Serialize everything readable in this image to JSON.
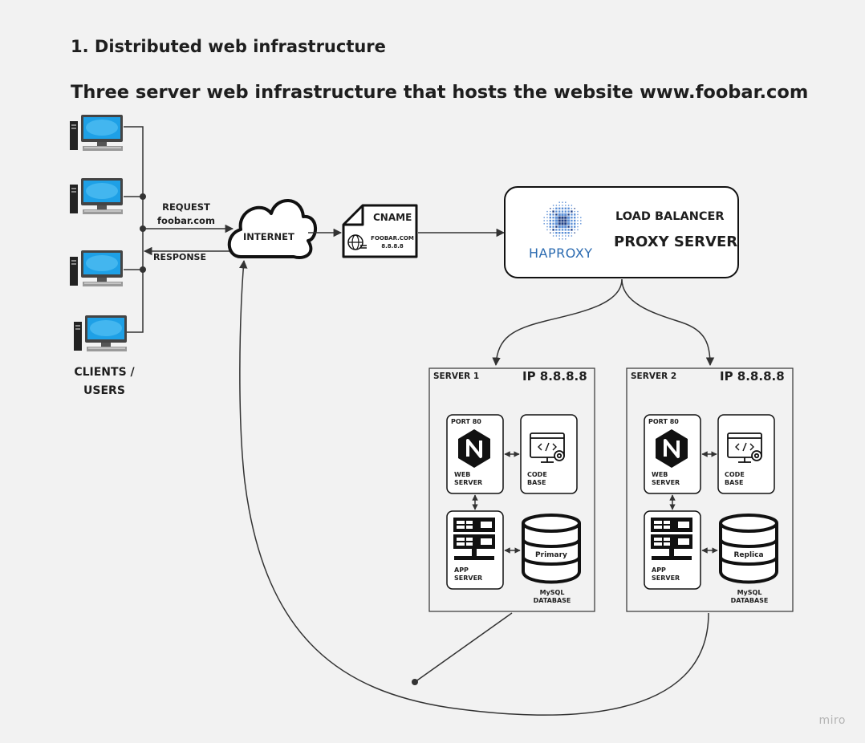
{
  "section_title": "1. Distributed web infrastructure",
  "diagram_title": "Three server web infrastructure that hosts the website www.foobar.com",
  "clients": {
    "label_line1": "CLIENTS /",
    "label_line2": "USERS"
  },
  "flows": {
    "request_line1": "REQUEST",
    "request_line2": "foobar.com",
    "response": "RESPONSE"
  },
  "internet": {
    "label": "INTERNET"
  },
  "dns": {
    "record_type": "CNAME",
    "domain": "FOOBAR.COM",
    "ip": "8.8.8.8"
  },
  "load_balancer": {
    "brand": "HAPROXY",
    "title_line1": "LOAD BALANCER",
    "title_line2": "PROXY SERVER"
  },
  "servers": [
    {
      "name": "SERVER 1",
      "ip": "IP 8.8.8.8",
      "port": "PORT 80",
      "web_line1": "WEB",
      "web_line2": "SERVER",
      "code_line1": "CODE",
      "code_line2": "BASE",
      "app_line1": "APP",
      "app_line2": "SERVER",
      "db_role": "Primary",
      "db_line1": "MySQL",
      "db_line2": "DATABASE"
    },
    {
      "name": "SERVER 2",
      "ip": "IP 8.8.8.8",
      "port": "PORT 80",
      "web_line1": "WEB",
      "web_line2": "SERVER",
      "code_line1": "CODE",
      "code_line2": "BASE",
      "app_line1": "APP",
      "app_line2": "SERVER",
      "db_role": "Replica",
      "db_line1": "MySQL",
      "db_line2": "DATABASE"
    }
  ],
  "watermark": "miro"
}
